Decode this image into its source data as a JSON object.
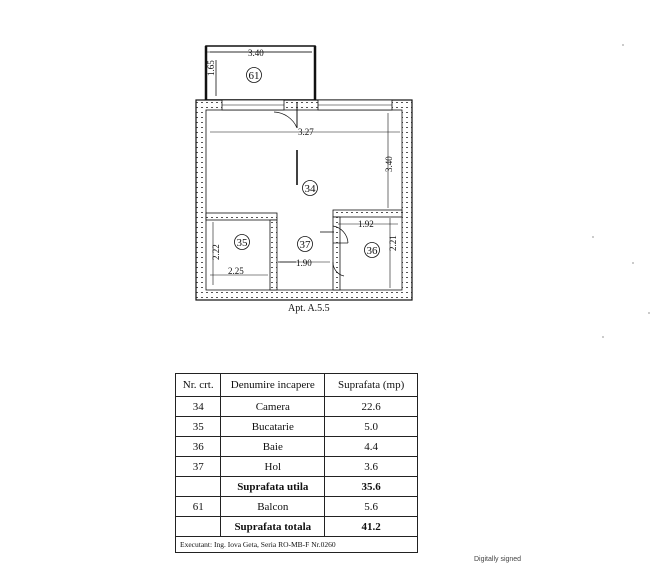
{
  "plan": {
    "caption": "Apt. A.5.5",
    "dimensions": {
      "balcony_width": "3.40",
      "balcony_depth": "1.65",
      "room_width": "3.27",
      "room_depth": "3.40",
      "bath_width": "1.92",
      "bath_depth": "2.21",
      "kitchen_depth": "2.22",
      "kitchen_width": "2.25",
      "hall_width": "1.90"
    },
    "room_numbers": {
      "balcony": "61",
      "room": "34",
      "kitchen": "35",
      "hall": "37",
      "bath": "36"
    }
  },
  "table": {
    "headers": [
      "Nr. crt.",
      "Denumire incapere",
      "Suprafata (mp)"
    ],
    "rows": [
      {
        "nr": "34",
        "name": "Camera",
        "area": "22.6",
        "bold": false
      },
      {
        "nr": "35",
        "name": "Bucatarie",
        "area": "5.0",
        "bold": false
      },
      {
        "nr": "36",
        "name": "Baie",
        "area": "4.4",
        "bold": false
      },
      {
        "nr": "37",
        "name": "Hol",
        "area": "3.6",
        "bold": false
      },
      {
        "nr": "",
        "name": "Suprafata utila",
        "area": "35.6",
        "bold": true
      },
      {
        "nr": "61",
        "name": "Balcon",
        "area": "5.6",
        "bold": false
      },
      {
        "nr": "",
        "name": "Suprafata totala",
        "area": "41.2",
        "bold": true
      }
    ],
    "footer": "Executant: Ing. Iova Geta, Seria RO-MB-F Nr.0260"
  },
  "signature_note": "Digitally signed"
}
